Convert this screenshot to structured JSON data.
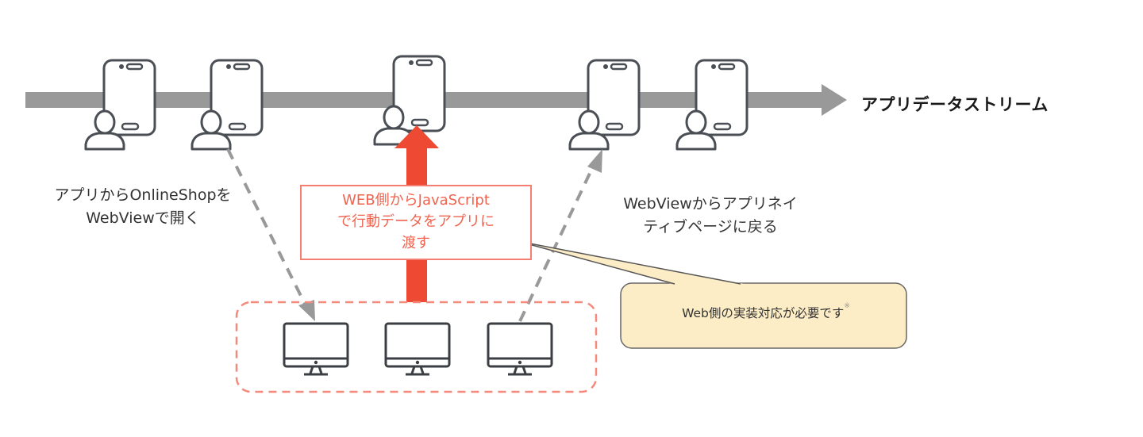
{
  "diagram": {
    "stream": {
      "label": "アプリデータストリーム",
      "color": "#999999"
    },
    "devices": {
      "phone_user_count": 5,
      "monitor_count": 3,
      "icon_color": "#4a4e55"
    },
    "annotations": {
      "open_webview": [
        "アプリからOnlineShopを",
        "WebViewで開く"
      ],
      "back_to_native": [
        "WebViewからアプリネイ",
        "ティブページに戻る"
      ]
    },
    "js_box": {
      "lines": [
        "WEB側からJavaScript",
        "で行動データをアプリに",
        "渡す"
      ],
      "text_color": "#f0634f",
      "border_color": "#f47e72",
      "arrow_color": "#ee4a33"
    },
    "callout": {
      "text": "Web側の実装対応が必要です",
      "footnote_mark": "※",
      "fill": "#fdedc6",
      "border": "#666666"
    },
    "web_group_border": "#f58a7c"
  }
}
